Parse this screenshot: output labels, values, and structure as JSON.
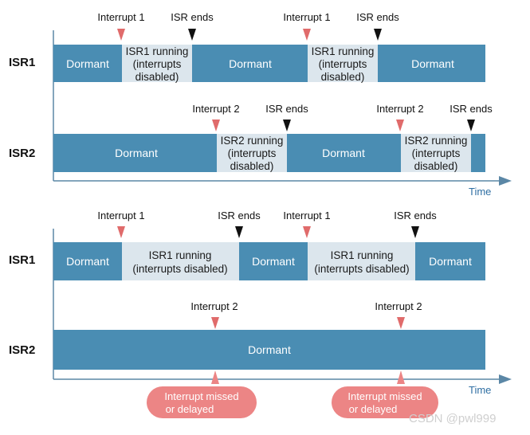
{
  "colors": {
    "dormant": "#4a8db3",
    "running": "#dce6ed",
    "interrupt_marker": "#e06b6b",
    "end_marker": "#111111",
    "axis": "#5b87a6",
    "missed_pill": "#ec8585"
  },
  "labels": {
    "isr1": "ISR1",
    "isr2": "ISR2",
    "time": "Time",
    "dormant": "Dormant",
    "interrupt1": "Interrupt 1",
    "interrupt2": "Interrupt 2",
    "isr_ends": "ISR ends",
    "isr1_running_l1": "ISR1 running",
    "isr2_running_l1": "ISR2 running",
    "interrupts_l2": "(interrupts",
    "disabled_l3": "disabled)",
    "isr1_running_disabled": "(interrupts disabled)",
    "missed_l1": "Interrupt missed",
    "missed_l2": "or delayed",
    "watermark": "CSDN @pwl999"
  }
}
